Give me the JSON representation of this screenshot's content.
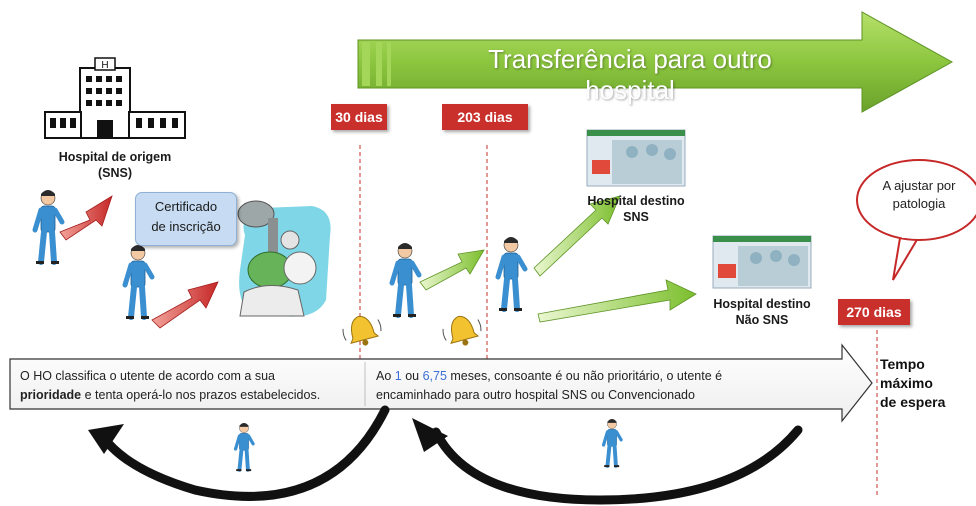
{
  "banner": {
    "title": "Transferência para outro hospital"
  },
  "deadlines": {
    "d30": "30 dias",
    "d203": "203 dias",
    "d270": "270 dias"
  },
  "origin_hospital": {
    "line1": "Hospital de origem",
    "line2": "(SNS)"
  },
  "certificate": {
    "line1": "Certificado",
    "line2": "de inscrição"
  },
  "dest_sns": {
    "line1": "Hospital destino",
    "line2": "SNS"
  },
  "dest_nonsns": {
    "line1": "Hospital destino",
    "line2": "Não SNS"
  },
  "bubble": {
    "line1": "A ajustar por",
    "line2": "patologia"
  },
  "timeline": {
    "left_part1": "O HO classifica o utente de acordo com a sua",
    "left_bold": "prioridade",
    "left_part2": " e tenta operá-lo nos prazos estabelecidos.",
    "right_pre": "Ao ",
    "right_n1": "1",
    "right_mid": " ou ",
    "right_n2": "6,75",
    "right_post": " meses, consoante é ou não prioritário, o  utente é",
    "right_line2": "encaminhado para outro hospital SNS ou Convencionado"
  },
  "tempo": {
    "line1": "Tempo",
    "line2": "máximo",
    "line3": "de espera"
  },
  "colors": {
    "red": "#c9302c",
    "green": "#8cc63f",
    "patient": "#3a8fd0",
    "arrow_red": "#c62828"
  }
}
